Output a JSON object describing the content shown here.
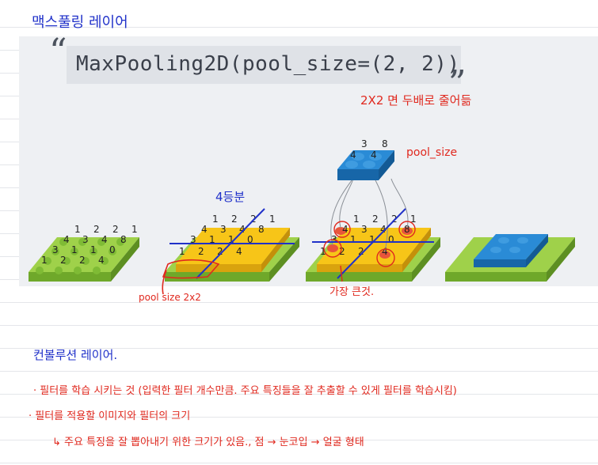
{
  "title_note": "맥스풀링 레이어",
  "code": {
    "open_quote": "“",
    "text": "MaxPooling2D(pool_size=(2, 2))",
    "close_quote": "”"
  },
  "notes": {
    "two_by_two": "2X2 면 두배로 줄어듦",
    "pool_size_label": "pool_size",
    "four_split": "4등분",
    "pool_size_bottom": "pool size 2x2",
    "max_value": "가장 큰것.",
    "conv_title": "컨볼루션 레이어.",
    "line1": "· 필터를 학습 시키는 것 (입력한 필터 개수만큼. 주요 특징들을 잘 추출할 수 있게 필터를 학습시킴)",
    "line2": "· 필터를 적용할 이미지와 필터의 크기",
    "line3": "↳ 주요 특징을 잘 뽑아내기 위한 크기가 있음.,  점 → 눈코입 → 얼굴 형태"
  },
  "grids": {
    "input": {
      "rows": [
        [
          "1",
          "2",
          "2",
          "1"
        ],
        [
          "4",
          "3",
          "4",
          "8"
        ],
        [
          "3",
          "1",
          "1",
          "0"
        ],
        [
          "1",
          "2",
          "2",
          "4"
        ]
      ]
    },
    "pooled": {
      "rows": [
        [
          "3",
          "8"
        ],
        [
          "4",
          "4"
        ]
      ]
    }
  },
  "colors": {
    "green": "#8dc63f",
    "yellow": "#f7c518",
    "blue": "#1f7fc4",
    "red_pen": "#e0281e",
    "blue_pen": "#2031c9"
  }
}
